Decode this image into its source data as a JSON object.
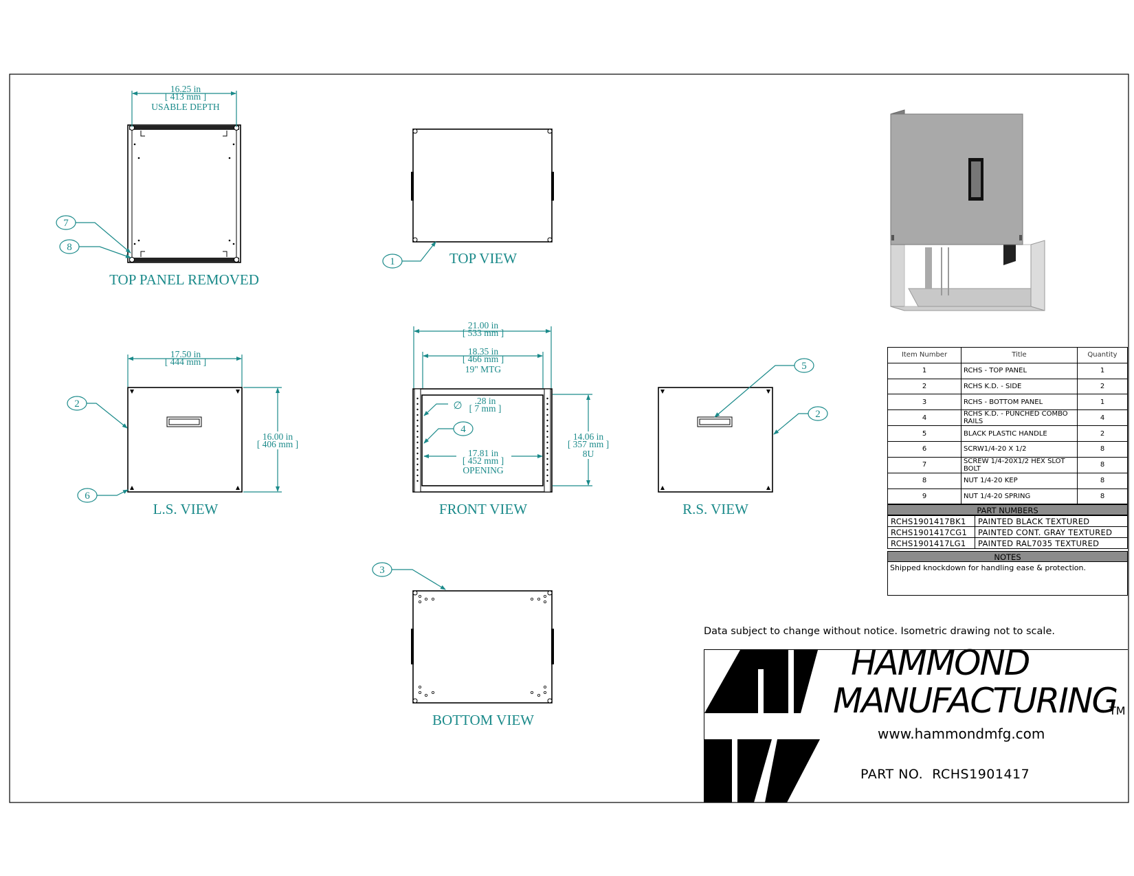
{
  "views": {
    "top_panel_removed": "TOP PANEL REMOVED",
    "top_view": "TOP VIEW",
    "ls_view": "L.S. VIEW",
    "front_view": "FRONT VIEW",
    "rs_view": "R.S. VIEW",
    "bottom_view": "BOTTOM VIEW"
  },
  "dimensions": {
    "usable_depth_in": "16.25 in",
    "usable_depth_mm": "[ 413 mm ]",
    "usable_depth_label": "USABLE DEPTH",
    "ls_width_in": "17.50 in",
    "ls_width_mm": "[ 444 mm ]",
    "ls_height_in": "16.00 in",
    "ls_height_mm": "[ 406 mm ]",
    "front_width_in": "21.00 in",
    "front_width_mm": "[ 533 mm ]",
    "mtg_in": "18.35 in",
    "mtg_mm": "[ 466 mm ]",
    "mtg_label": "19\" MTG",
    "hole_in": ".28 in",
    "hole_mm": "[ 7 mm ]",
    "hole_symbol": "∅",
    "opening_in": "17.81 in",
    "opening_mm": "[ 452 mm ]",
    "opening_label": "OPENING",
    "front_height_in": "14.06 in",
    "front_height_mm": "[ 357 mm ]",
    "front_height_u": "8U"
  },
  "balloons": {
    "b1": "1",
    "b2": "2",
    "b3": "3",
    "b4": "4",
    "b5": "5",
    "b6": "6",
    "b7": "7",
    "b8": "8"
  },
  "bom": {
    "headers": [
      "Item Number",
      "Title",
      "Quantity"
    ],
    "rows": [
      {
        "item": "1",
        "title": "RCHS - TOP PANEL",
        "qty": "1"
      },
      {
        "item": "2",
        "title": "RCHS K.D. - SIDE",
        "qty": "2"
      },
      {
        "item": "3",
        "title": "RCHS - BOTTOM PANEL",
        "qty": "1"
      },
      {
        "item": "4",
        "title": "RCHS K.D. - PUNCHED COMBO RAILS",
        "qty": "4"
      },
      {
        "item": "5",
        "title": "BLACK PLASTIC HANDLE",
        "qty": "2"
      },
      {
        "item": "6",
        "title": "SCRW1/4-20 X 1/2",
        "qty": "8"
      },
      {
        "item": "7",
        "title": "SCREW 1/4-20X1/2 HEX SLOT BOLT",
        "qty": "8"
      },
      {
        "item": "8",
        "title": "NUT 1/4-20 KEP",
        "qty": "8"
      },
      {
        "item": "9",
        "title": "NUT 1/4-20 SPRING",
        "qty": "8"
      }
    ]
  },
  "part_numbers": {
    "header": "PART NUMBERS",
    "rows": [
      {
        "pn": "RCHS1901417BK1",
        "desc": "PAINTED BLACK TEXTURED"
      },
      {
        "pn": "RCHS1901417CG1",
        "desc": "PAINTED CONT. GRAY TEXTURED"
      },
      {
        "pn": "RCHS1901417LG1",
        "desc": "PAINTED RAL7035 TEXTURED"
      }
    ]
  },
  "notes": {
    "header": "NOTES",
    "text": "Shipped knockdown for handling ease & protection."
  },
  "disclaimer": "Data subject to change without notice. Isometric drawing not to scale.",
  "title_block": {
    "brand_line1": "HAMMOND",
    "brand_line2": "MANUFACTURING",
    "trademark": "TM",
    "website": "www.hammondmfg.com",
    "part_no_label": "PART NO.",
    "part_no": "RCHS1901417"
  },
  "colors": {
    "annotation": "#1b8a8a",
    "band": "#8c8c8c",
    "iso_panel": "#a9a9a9"
  }
}
